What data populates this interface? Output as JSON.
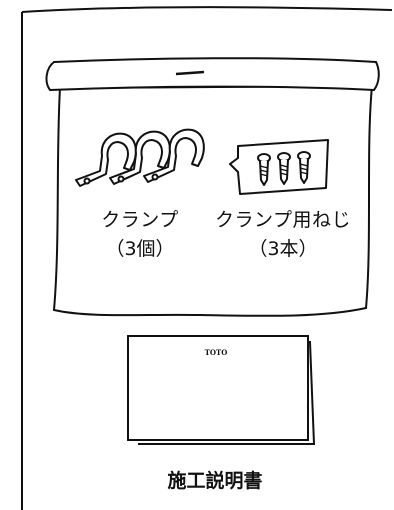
{
  "parts": {
    "clamp": {
      "name": "クランプ",
      "qty": "（3個）"
    },
    "screw": {
      "name": "クランプ用ねじ",
      "qty": "（3本）"
    }
  },
  "manual": {
    "title": "施工説明書",
    "brand": "TOTO"
  },
  "colors": {
    "line": "#111111",
    "background": "#ffffff"
  }
}
